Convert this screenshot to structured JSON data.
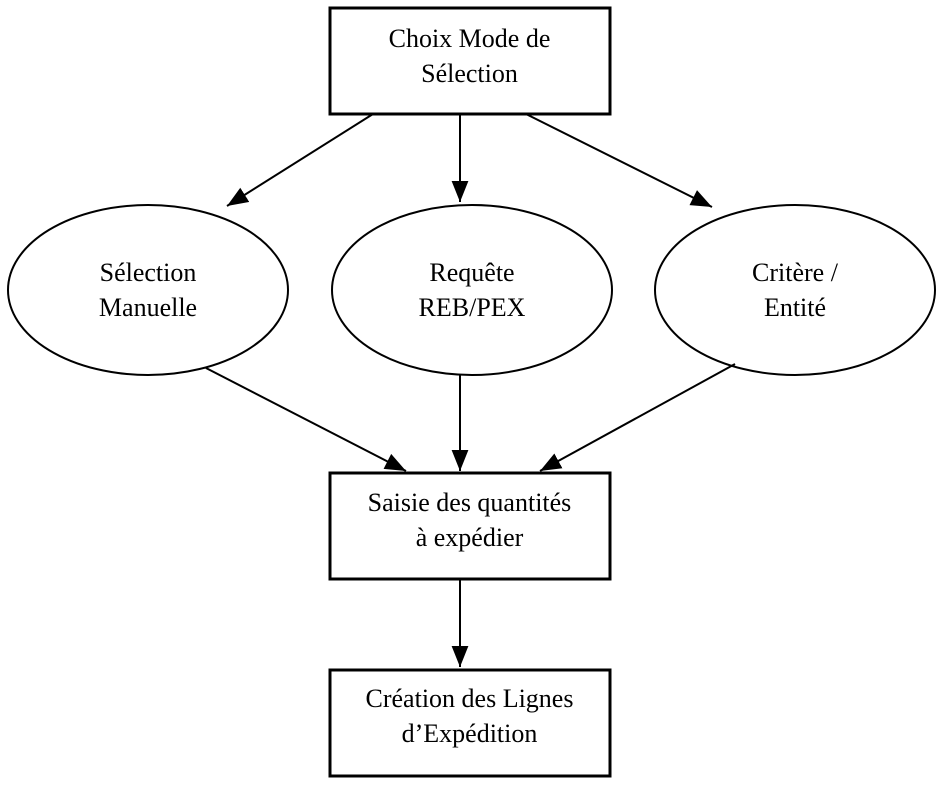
{
  "flowchart": {
    "nodes": {
      "choice_mode": {
        "shape": "rect",
        "label": "Choix Mode de\nSélection"
      },
      "selection_manuelle": {
        "shape": "ellipse",
        "label": "Sélection\nManuelle"
      },
      "requete_reb_pex": {
        "shape": "ellipse",
        "label": "Requête\nREB/PEX"
      },
      "critere_entite": {
        "shape": "ellipse",
        "label": "Critère /\nEntité"
      },
      "saisie_quantites": {
        "shape": "rect",
        "label": "Saisie des quantités\nà expédier"
      },
      "creation_lignes": {
        "shape": "rect",
        "label": "Création des Lignes\nd’Expédition"
      }
    },
    "edges": [
      {
        "from": "choice_mode",
        "to": "selection_manuelle"
      },
      {
        "from": "choice_mode",
        "to": "requete_reb_pex"
      },
      {
        "from": "choice_mode",
        "to": "critere_entite"
      },
      {
        "from": "selection_manuelle",
        "to": "saisie_quantites"
      },
      {
        "from": "requete_reb_pex",
        "to": "saisie_quantites"
      },
      {
        "from": "critere_entite",
        "to": "saisie_quantites"
      },
      {
        "from": "saisie_quantites",
        "to": "creation_lignes"
      }
    ],
    "colors": {
      "stroke": "#000000",
      "text": "#000000",
      "background": "#ffffff"
    }
  }
}
